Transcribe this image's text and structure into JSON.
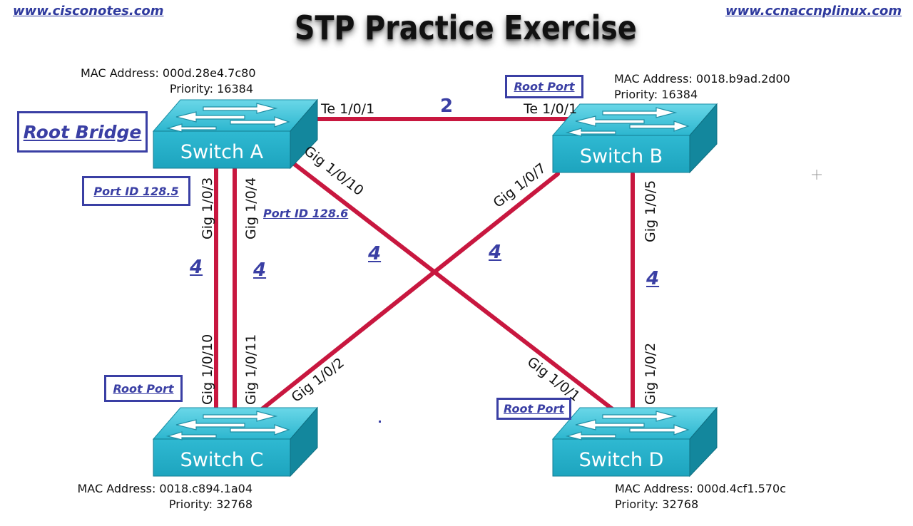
{
  "header": {
    "left_link": "www.cisconotes.com",
    "right_link": "www.ccnaccnplinux.com",
    "title": "STP Practice Exercise"
  },
  "switches": {
    "a": {
      "label": "Switch A",
      "mac": "MAC Address: 000d.28e4.7c80",
      "priority": "Priority: 16384"
    },
    "b": {
      "label": "Switch B",
      "mac": "MAC Address: 0018.b9ad.2d00",
      "priority": "Priority: 16384"
    },
    "c": {
      "label": "Switch C",
      "mac": "MAC Address: 0018.c894.1a04",
      "priority": "Priority: 32768"
    },
    "d": {
      "label": "Switch D",
      "mac": "MAC Address: 000d.4cf1.570c",
      "priority": "Priority: 32768"
    }
  },
  "ports": {
    "a_te": "Te 1/0/1",
    "b_te": "Te 1/0/1",
    "a_g3": "Gig 1/0/3",
    "a_g4": "Gig 1/0/4",
    "a_g10": "Gig 1/0/10",
    "b_g7": "Gig 1/0/7",
    "b_g5": "Gig 1/0/5",
    "c_g10": "Gig 1/0/10",
    "c_g11": "Gig 1/0/11",
    "c_g2": "Gig 1/0/2",
    "d_g1": "Gig 1/0/1",
    "d_g2": "Gig 1/0/2"
  },
  "costs": {
    "ab": "2",
    "ac_left": "4",
    "ac_right": "4",
    "ad": "4",
    "bc": "4",
    "bd": "4"
  },
  "annotations": {
    "root_bridge": "Root Bridge",
    "port_id_1": "Port ID 128.5",
    "port_id_2": "Port ID 128.6",
    "root_port_b": "Root Port",
    "root_port_c": "Root Port",
    "root_port_d": "Root Port"
  },
  "colors": {
    "link": "#c8173f",
    "switch_face": "#3bc3da",
    "switch_side": "#15879c",
    "annotation_blue": "#3a3fa4"
  },
  "icons": [
    "switch-icon",
    "crosshair-icon"
  ]
}
